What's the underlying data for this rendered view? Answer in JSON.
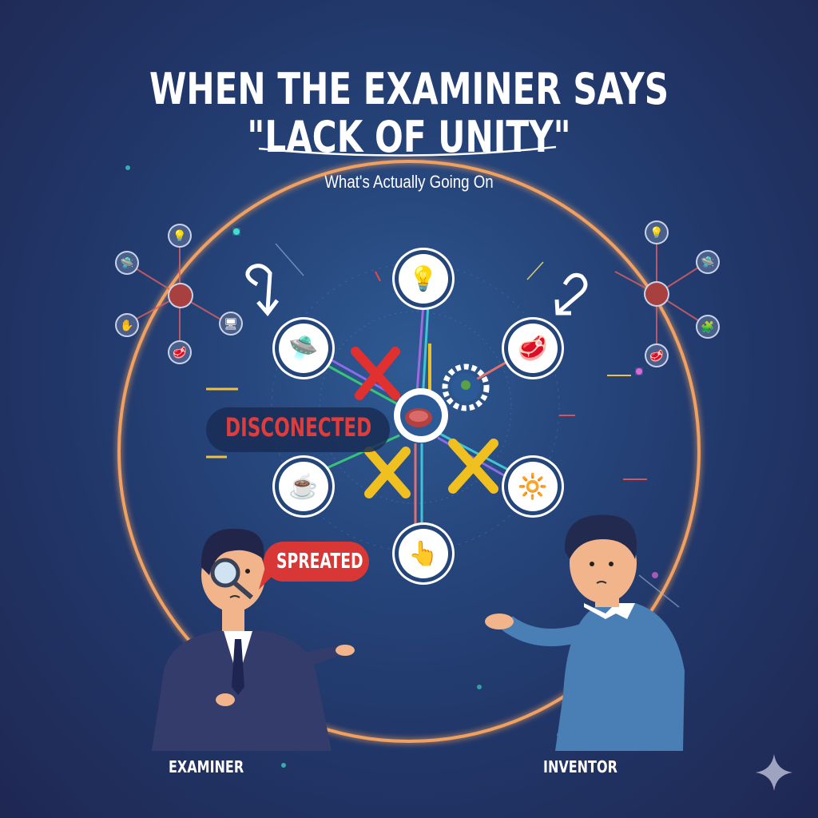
{
  "header": {
    "title_line1": "WHEN THE EXAMINER SAYS",
    "title_line2": "\"LACK OF UNITY\"",
    "subtitle": "What's Actually Going On"
  },
  "diagram": {
    "center_icon": "steak-gear-icon",
    "secondary_gear_icon": "plant-gear-icon",
    "nodes": [
      {
        "position": "top",
        "icon": "lightbulb-icon",
        "glyph": "💡"
      },
      {
        "position": "upper-left",
        "icon": "drone-icon",
        "glyph": "🛸"
      },
      {
        "position": "upper-right",
        "icon": "steak-icon",
        "glyph": "🥩"
      },
      {
        "position": "lower-left",
        "icon": "coffee-cup-icon",
        "glyph": "☕"
      },
      {
        "position": "lower-right",
        "icon": "solar-panel-icon",
        "glyph": "🔆"
      },
      {
        "position": "bottom",
        "icon": "touch-hand-icon",
        "glyph": "👆"
      }
    ],
    "disconnected_label": "DISCONECTED",
    "cross_marks": [
      {
        "color": "#e03030",
        "position": "upper-left"
      },
      {
        "color": "#f0c020",
        "position": "lower-left"
      },
      {
        "color": "#f0c020",
        "position": "lower-right"
      }
    ]
  },
  "examiner": {
    "speech": "SPREATED",
    "label": "EXAMINER"
  },
  "inventor": {
    "label": "INVENTOR"
  },
  "colors": {
    "background": "#23386b",
    "ring": "#f0a060",
    "disconnect_red": "#e03c3c",
    "bubble_red": "#d93636",
    "cross_yellow": "#f0c020"
  },
  "corner_icon": "sparkle-star-icon"
}
